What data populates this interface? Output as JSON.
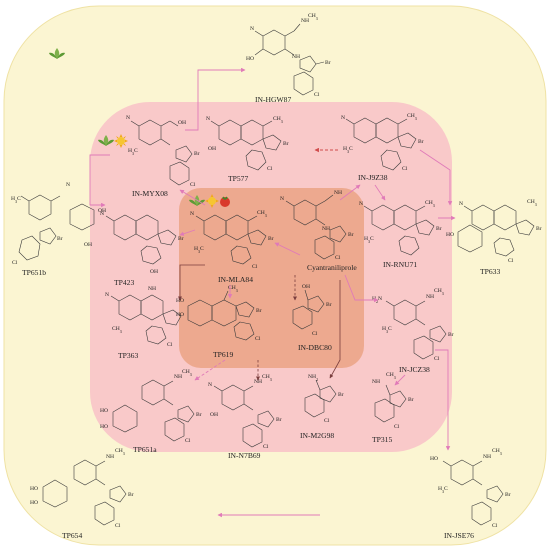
{
  "diagram": {
    "compounds": {
      "hgw87": "IN-HGW87",
      "myx08": "IN-MYX08",
      "tp577": "TP577",
      "j9z38": "IN-J9Z38",
      "tp651b": "TP651b",
      "tp423": "TP423",
      "mla84": "IN-MLA84",
      "cyan": "Cyantraniliprole",
      "rnu71": "IN-RNU71",
      "tp633": "TP633",
      "tp363": "TP363",
      "tp619": "TP619",
      "dbc80": "IN-DBC80",
      "jcz38": "IN-JCZ38",
      "m2g98": "IN-M2G98",
      "tp315": "TP315",
      "tp651a": "TP651a",
      "n7b69": "IN-N7B69",
      "jse76": "IN-JSE76",
      "tp654": "TP654"
    },
    "atoms": {
      "br": "Br",
      "cl": "Cl",
      "n": "N",
      "o": "O",
      "nh": "NH",
      "oh": "OH",
      "ho": "HO",
      "ch3": "CH3",
      "h3c": "H3C",
      "nh2": "NH2",
      "h2n": "H2N"
    },
    "icons": {
      "plant": "plant-icon",
      "sun": "sun-icon",
      "tomato": "tomato-icon"
    },
    "colors": {
      "outer_zone": "#fbf5d2",
      "middle_zone": "#f9c9c9",
      "inner_zone": "#eda98f",
      "arrow": "#e07ab8"
    }
  }
}
